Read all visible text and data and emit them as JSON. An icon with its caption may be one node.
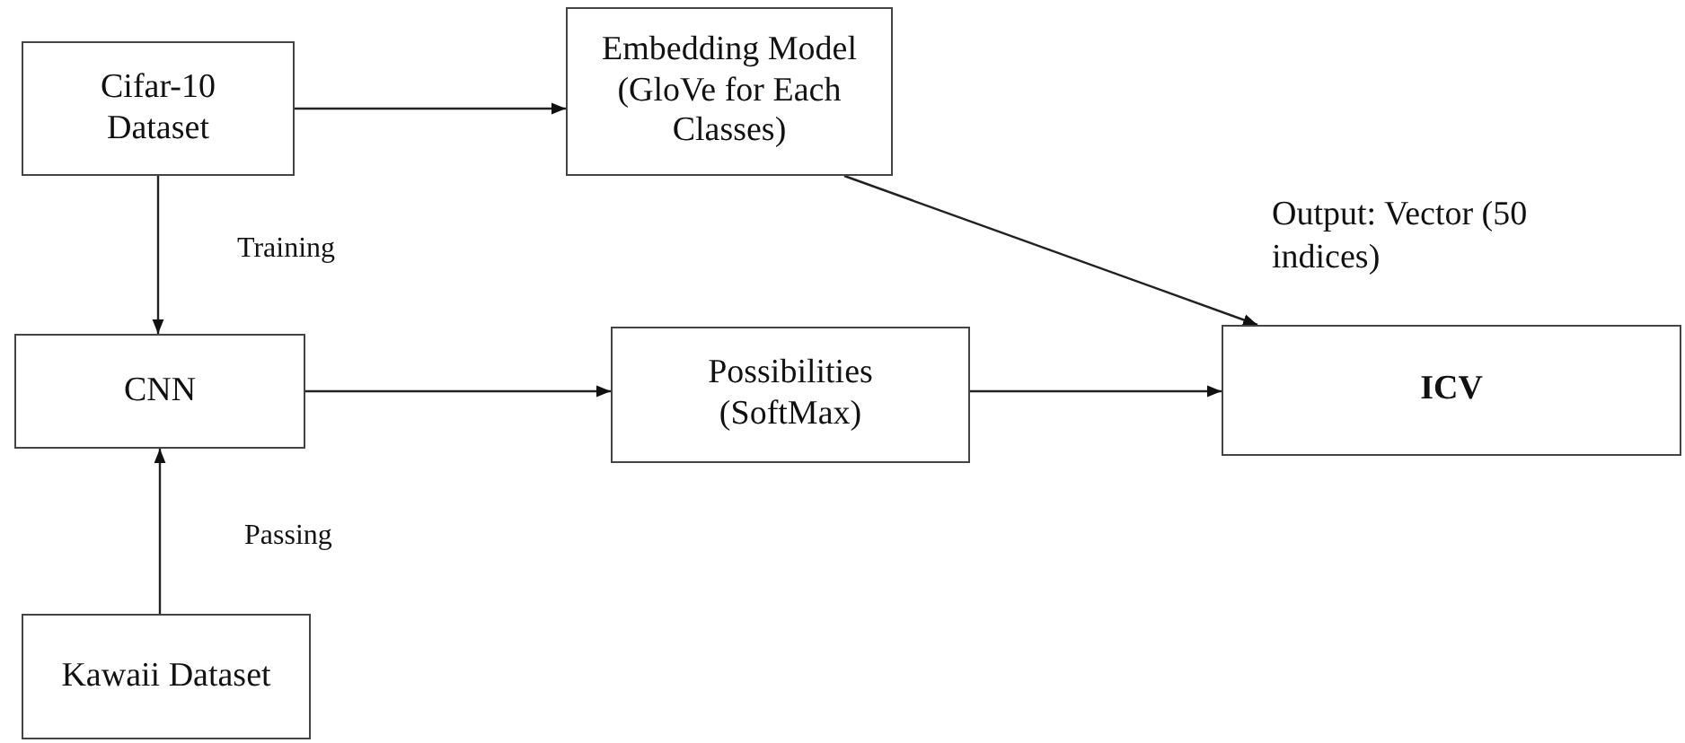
{
  "diagram": {
    "nodes": [
      {
        "text": [
          "Cifar-10 Dataset"
        ]
      },
      {
        "text": [
          "Embedding Model (GloVe for Each Classes)"
        ]
      },
      {
        "text": [
          "CNN"
        ]
      },
      {
        "text": [
          "Possibilities (SoftMax)"
        ]
      },
      {
        "text": [
          "ICV"
        ],
        "beside": [
          "Output: Vector (50 indices)"
        ]
      },
      {
        "text": [
          "Kawaii Dataset"
        ]
      }
    ],
    "edges": [
      {
        "from": 0,
        "to": 1,
        "arrow": "to"
      },
      {
        "from": 0,
        "to": 2,
        "arrow": "to",
        "label": "Training"
      },
      {
        "from": 5,
        "to": 2,
        "arrow": "to",
        "label": "Passing"
      },
      {
        "from": 2,
        "to": 3,
        "arrow": "to"
      },
      {
        "from": 1,
        "to": 4,
        "arrow": "to"
      },
      {
        "from": 3,
        "to": 4,
        "arrow": "to"
      }
    ]
  }
}
